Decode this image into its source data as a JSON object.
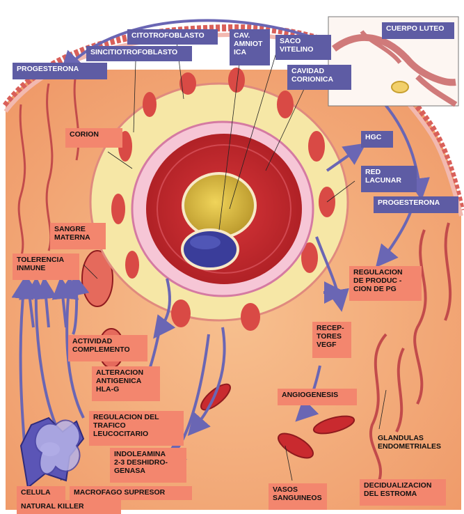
{
  "colors": {
    "purple_label": "#5e5ca4",
    "salmon_label": "#f3866e",
    "arrow": "#6a66b4",
    "tissue": "#f4ab7e",
    "chorion": "#f6e7a6",
    "cavity_red": "#c3272b",
    "yolk_sac": "#d8bb39",
    "amnion": "#3a3d9a"
  },
  "labels": {
    "citotrofoblasto": "CITOTROFOBLASTO",
    "sincitiotrofoblasto": "SINCITIOTROFOBLASTO",
    "cav_amniotica": "CAV.\nAMNIOT\nICA",
    "saco_vitelino": "SACO\nVITELINO",
    "cavidad_corionica": "CAVIDAD\nCORIONICA",
    "cuerpo_luteo": "CUERPO LUTEO",
    "progesterona_left": "PROGESTERONA",
    "corion": "CORION",
    "hgc": "hGC",
    "red_lacunar": "RED\nLACUNAR",
    "progesterona_right": "PROGESTERONA",
    "sangre_materna": "SANGRE\nMATERNA",
    "tolerencia_inmune": "TOLERENCIA\nINMUNE",
    "regulacion_pg": "REGULACION\nDE PRODUC -\nCION DE PG",
    "receptores_vegf": "RECEP-\nTORES\nVEGF",
    "actividad_complemento": "ACTIVIDAD\nCOMPLEMENTO",
    "alteracion_hla": "ALTERACION\nANTIGENICA\nHLA-G",
    "angiogenesis": "ANGIOGENESIS",
    "regulacion_trafico": "REGULACION DEL\nTRAFICO\nLEUCOCITARIO",
    "glandulas": "GLANDULAS\nENDOMETRIALES",
    "indoleamina": "INDOLEAMINA\n2-3 DESHIDRO-\nGENASA",
    "celula": "CELULA",
    "macrofago": "MACROFAGO SUPRESOR",
    "natural_killer": "NATURAL KILLER",
    "vasos": "VASOS\nSANGUINEOS",
    "decidualizacion": "DECIDUALIZACION\nDEL ESTROMA"
  }
}
